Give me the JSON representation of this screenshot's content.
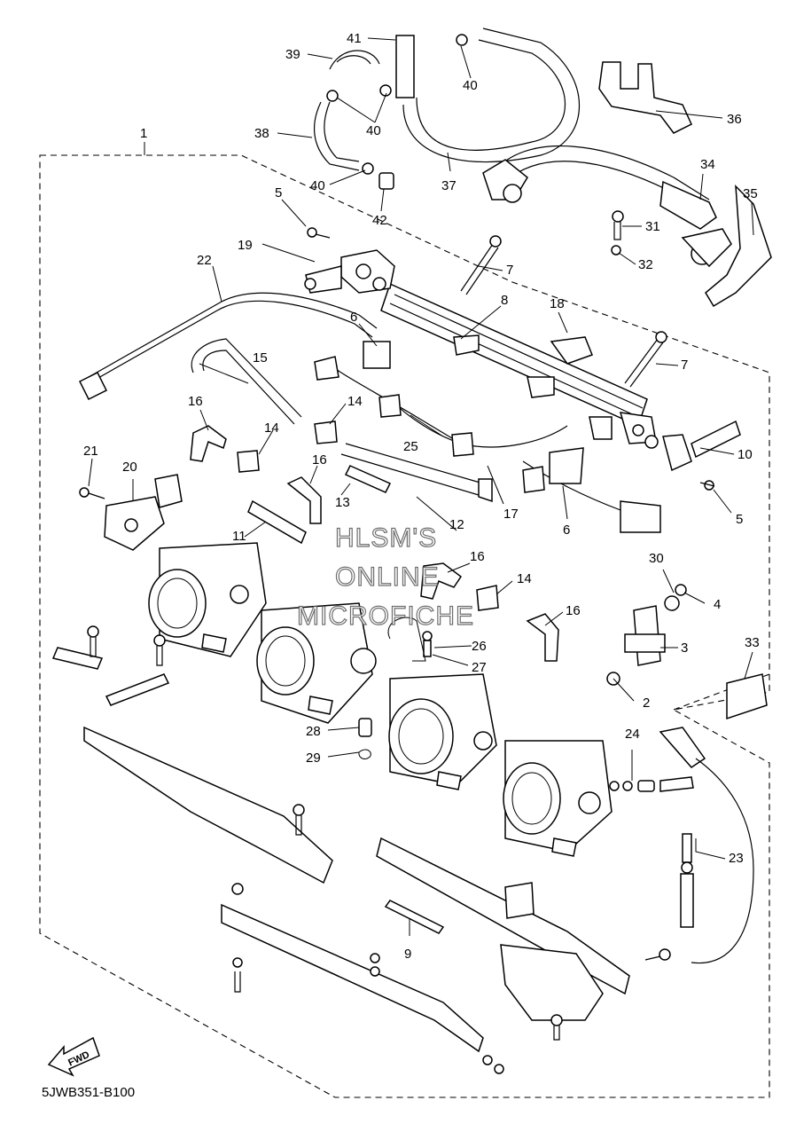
{
  "diagram": {
    "code": "5JWB351-B100",
    "watermark": [
      "HLSM'S",
      "ONLINE",
      "MICROFICHE"
    ],
    "fwd_label": "FWD",
    "callouts": [
      "1",
      "2",
      "3",
      "4",
      "5",
      "5",
      "6",
      "6",
      "7",
      "7",
      "8",
      "9",
      "10",
      "11",
      "12",
      "13",
      "14",
      "14",
      "14",
      "15",
      "16",
      "16",
      "16",
      "16",
      "17",
      "18",
      "19",
      "20",
      "21",
      "22",
      "23",
      "24",
      "25",
      "26",
      "27",
      "28",
      "29",
      "30",
      "31",
      "32",
      "33",
      "34",
      "35",
      "36",
      "37",
      "38",
      "39",
      "40",
      "40",
      "40",
      "41",
      "42"
    ]
  }
}
